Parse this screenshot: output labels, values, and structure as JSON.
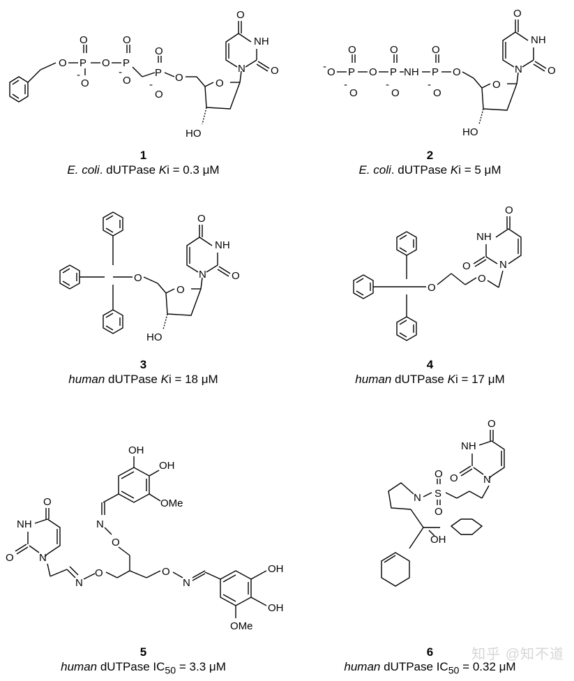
{
  "compounds": [
    {
      "number": "1",
      "organism": "E. coli",
      "enzyme": " dUTPase ",
      "param": "K",
      "param_suffix": "i",
      "equals": " = ",
      "value": "0.3",
      "unit": " μM"
    },
    {
      "number": "2",
      "organism": "E. coli",
      "enzyme": " dUTPase ",
      "param": "K",
      "param_suffix": "i",
      "equals": " = ",
      "value": "5",
      "unit": " μM"
    },
    {
      "number": "3",
      "organism": "human",
      "enzyme": " dUTPase ",
      "param": "K",
      "param_suffix": "i",
      "equals": " = ",
      "value": "18",
      "unit": " μM"
    },
    {
      "number": "4",
      "organism": "human",
      "enzyme": " dUTPase ",
      "param": "K",
      "param_suffix": "i",
      "equals": " = ",
      "value": "17",
      "unit": " μM"
    },
    {
      "number": "5",
      "organism": "human",
      "enzyme": " dUTPase ",
      "param": "IC",
      "param_sub": "50",
      "equals": " = ",
      "value": "3.3",
      "unit": " μM"
    },
    {
      "number": "6",
      "organism": "human",
      "enzyme": " dUTPase ",
      "param": "IC",
      "param_sub": "50",
      "equals": " = ",
      "value": "0.32",
      "unit": " μM"
    }
  ],
  "atom_labels": {
    "O": "O",
    "P": "P",
    "N": "N",
    "NH": "NH",
    "HO": "HO",
    "OH": "OH",
    "OMe": "OMe",
    "S": "S",
    "minus": "-"
  },
  "watermark": "知乎 @知不道"
}
